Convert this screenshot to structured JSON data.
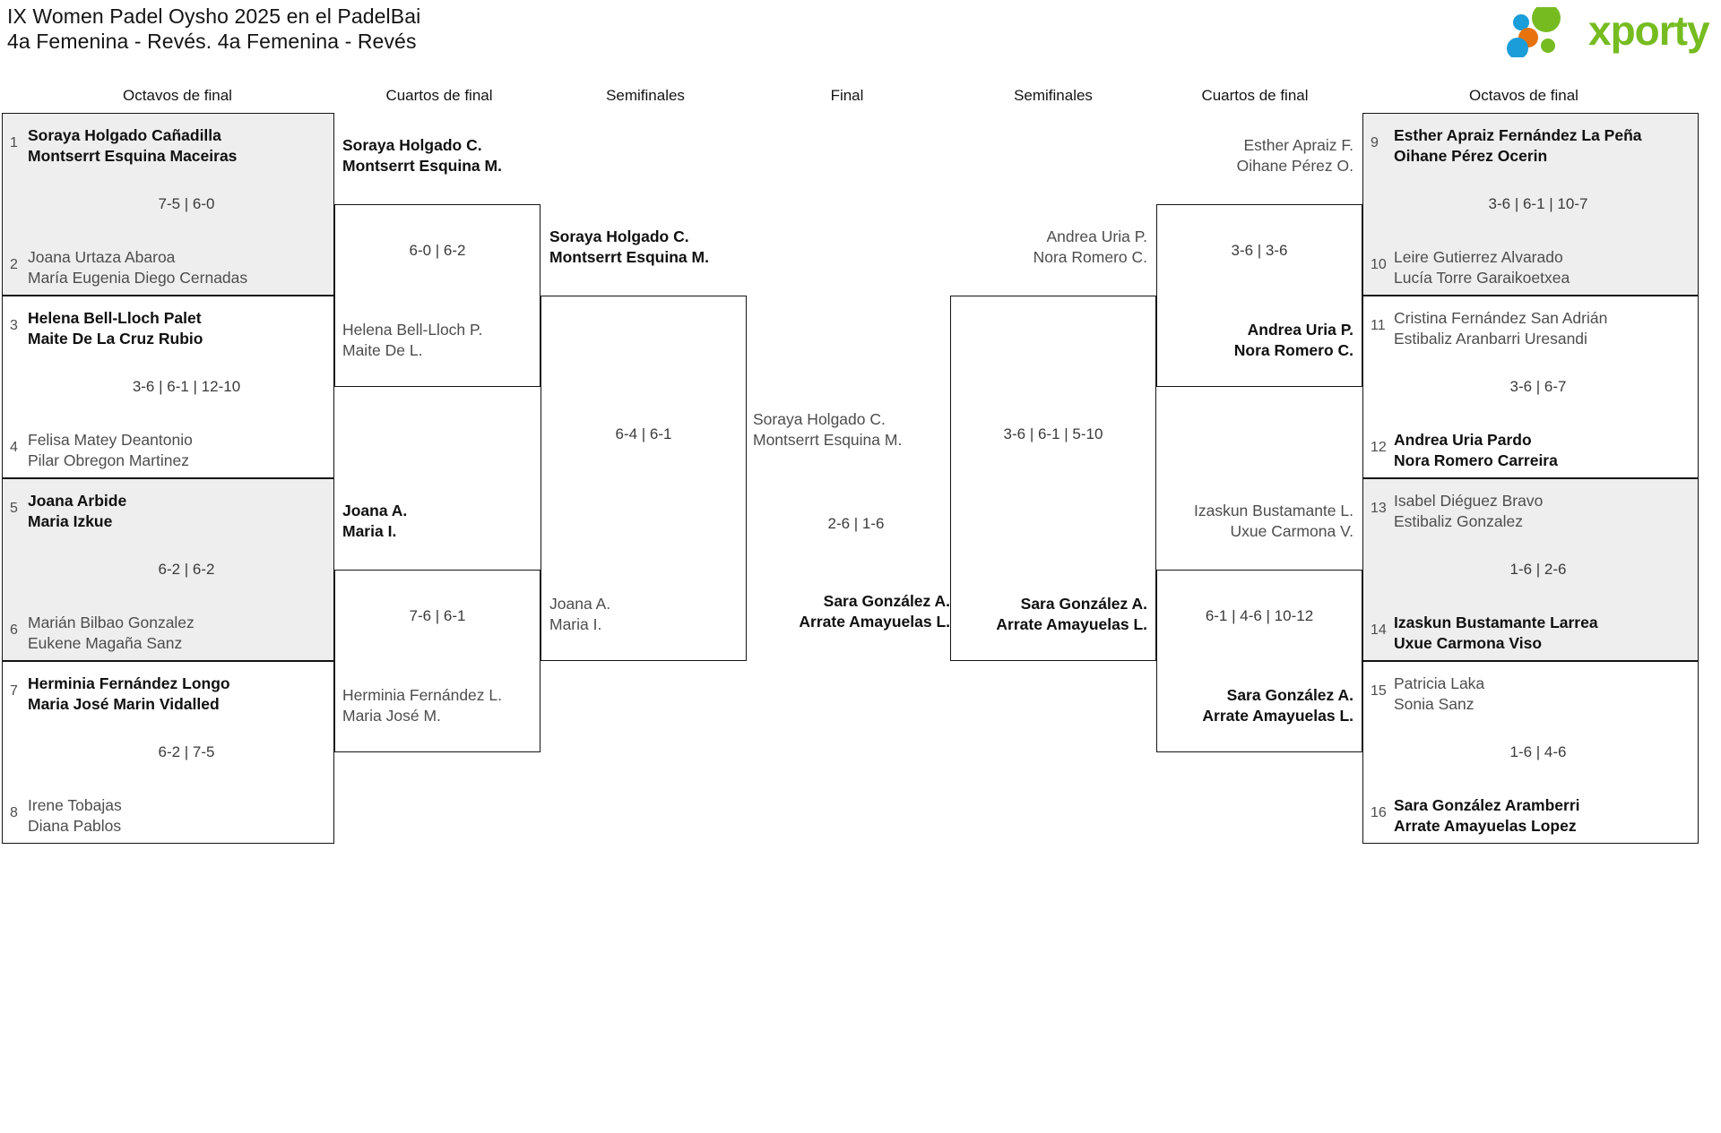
{
  "header": {
    "title_line1": "IX Women Padel Oysho 2025 en el PadelBai",
    "title_line2": "4a Femenina - Revés. 4a Femenina - Revés",
    "logo_text": "xporty",
    "logo_colors": {
      "green": "#76bc21",
      "blue": "#1b9dd9",
      "orange": "#e8720c"
    }
  },
  "rounds": {
    "left_r16": "Octavos de final",
    "left_qf": "Cuartos de final",
    "left_sf": "Semifinales",
    "final": "Final",
    "right_sf": "Semifinales",
    "right_qf": "Cuartos de final",
    "right_r16": "Octavos de final"
  },
  "left": {
    "r16": [
      {
        "seed_top": "1",
        "seed_bottom": "2",
        "top": {
          "p1": "Soraya Holgado Cañadilla",
          "p2": "Montserrt Esquina Maceiras",
          "winner": true
        },
        "bottom": {
          "p1": "Joana Urtaza Abaroa",
          "p2": "María Eugenia Diego Cernadas",
          "winner": false
        },
        "score": "7-5 | 6-0",
        "shaded": true
      },
      {
        "seed_top": "3",
        "seed_bottom": "4",
        "top": {
          "p1": "Helena Bell-Lloch Palet",
          "p2": "Maite De La Cruz Rubio",
          "winner": true
        },
        "bottom": {
          "p1": "Felisa Matey Deantonio",
          "p2": "Pilar Obregon Martinez",
          "winner": false
        },
        "score": "3-6 | 6-1 | 12-10",
        "shaded": false
      },
      {
        "seed_top": "5",
        "seed_bottom": "6",
        "top": {
          "p1": "Joana Arbide",
          "p2": "Maria Izkue",
          "winner": true
        },
        "bottom": {
          "p1": "Marián Bilbao Gonzalez",
          "p2": "Eukene Magaña Sanz",
          "winner": false
        },
        "score": "6-2 | 6-2",
        "shaded": true
      },
      {
        "seed_top": "7",
        "seed_bottom": "8",
        "top": {
          "p1": "Herminia Fernández Longo",
          "p2": "Maria José Marin Vidalled",
          "winner": true
        },
        "bottom": {
          "p1": "Irene Tobajas",
          "p2": "Diana Pablos",
          "winner": false
        },
        "score": "6-2 | 7-5",
        "shaded": false
      }
    ],
    "qf": [
      {
        "top": {
          "p1": "Soraya Holgado C.",
          "p2": "Montserrt Esquina M.",
          "winner": true
        },
        "bottom": {
          "p1": "Helena Bell-Lloch P.",
          "p2": "Maite De L.",
          "winner": false
        },
        "score": "6-0 | 6-2"
      },
      {
        "top": {
          "p1": "Joana A.",
          "p2": "Maria I.",
          "winner": true
        },
        "bottom": {
          "p1": "Herminia Fernández L.",
          "p2": "Maria José M.",
          "winner": false
        },
        "score": "7-6 | 6-1"
      }
    ],
    "sf": [
      {
        "top": {
          "p1": "Soraya Holgado C.",
          "p2": "Montserrt Esquina M.",
          "winner": true
        },
        "bottom": {
          "p1": "Joana A.",
          "p2": "Maria I.",
          "winner": false
        },
        "score": "6-4 | 6-1"
      }
    ]
  },
  "final": {
    "top": {
      "p1": "Soraya Holgado C.",
      "p2": "Montserrt Esquina M.",
      "winner": false
    },
    "bottom": {
      "p1": "Sara González A.",
      "p2": "Arrate Amayuelas L.",
      "winner": true
    },
    "score": "2-6 | 1-6"
  },
  "right": {
    "r16": [
      {
        "seed_top": "9",
        "seed_bottom": "10",
        "top": {
          "p1": "Esther Apraiz Fernández La Peña",
          "p2": "Oihane Pérez Ocerin",
          "winner": true
        },
        "bottom": {
          "p1": "Leire Gutierrez Alvarado",
          "p2": "Lucía Torre Garaikoetxea",
          "winner": false
        },
        "score": "3-6 | 6-1 | 10-7",
        "shaded": true
      },
      {
        "seed_top": "11",
        "seed_bottom": "12",
        "top": {
          "p1": "Cristina Fernández San Adrián",
          "p2": "Estibaliz Aranbarri Uresandi",
          "winner": false
        },
        "bottom": {
          "p1": "Andrea Uria Pardo",
          "p2": "Nora Romero Carreira",
          "winner": true
        },
        "score": "3-6 | 6-7",
        "shaded": false
      },
      {
        "seed_top": "13",
        "seed_bottom": "14",
        "top": {
          "p1": "Isabel Diéguez Bravo",
          "p2": "Estibaliz Gonzalez",
          "winner": false
        },
        "bottom": {
          "p1": "Izaskun Bustamante Larrea",
          "p2": "Uxue Carmona Viso",
          "winner": true
        },
        "score": "1-6 | 2-6",
        "shaded": true
      },
      {
        "seed_top": "15",
        "seed_bottom": "16",
        "top": {
          "p1": "Patricia Laka",
          "p2": "Sonia Sanz",
          "winner": false
        },
        "bottom": {
          "p1": "Sara González Aramberri",
          "p2": "Arrate Amayuelas Lopez",
          "winner": true
        },
        "score": "1-6 | 4-6",
        "shaded": false
      }
    ],
    "qf": [
      {
        "top": {
          "p1": "Esther Apraiz F.",
          "p2": "Oihane Pérez O.",
          "winner": false
        },
        "bottom": {
          "p1": "Andrea Uria P.",
          "p2": "Nora Romero C.",
          "winner": true
        },
        "score": "3-6 | 3-6"
      },
      {
        "top": {
          "p1": "Izaskun Bustamante L.",
          "p2": "Uxue Carmona V.",
          "winner": false
        },
        "bottom": {
          "p1": "Sara González A.",
          "p2": "Arrate Amayuelas L.",
          "winner": true
        },
        "score": "6-1 | 4-6 | 10-12"
      }
    ],
    "sf": [
      {
        "top": {
          "p1": "Andrea Uria P.",
          "p2": "Nora Romero C.",
          "winner": false
        },
        "bottom": {
          "p1": "Sara González A.",
          "p2": "Arrate Amayuelas L.",
          "winner": true
        },
        "score": "3-6 | 6-1 | 5-10"
      }
    ]
  }
}
